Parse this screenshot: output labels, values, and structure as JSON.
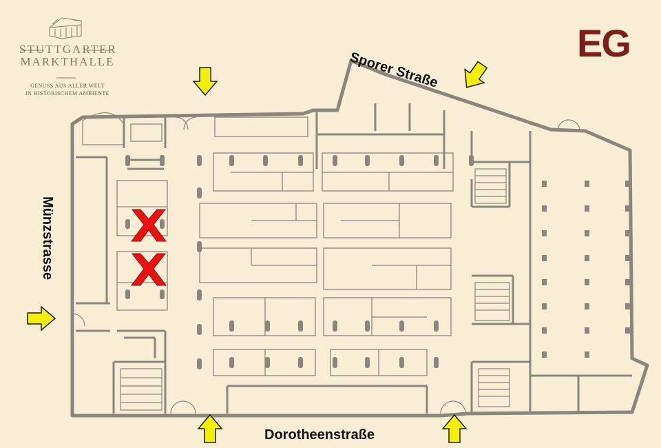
{
  "logo": {
    "name_line1": "STUTTGARTER",
    "name_line2": "MARKTHALLE",
    "tagline_line1": "GENUSS AUS ALLER WELT",
    "tagline_line2": "IN HISTORISCHEM AMBIENTE",
    "icon": "markthalle-building-icon"
  },
  "floor_label": "EG",
  "floor_label_color": "#7a1f1a",
  "streets": {
    "north": "Sporer Straße",
    "west": "Münzstrasse",
    "south": "Dorotheenstraße"
  },
  "colors": {
    "background": "#f8eed5",
    "walls": "#8b857b",
    "entrance_arrow": "#f5f000",
    "closed_marker": "#ee1111"
  },
  "markers": {
    "entrance_arrow_icon": "yellow-arrow-icon",
    "entrance_count": 5,
    "closed_icon": "red-x-icon",
    "closed_count": 2
  }
}
